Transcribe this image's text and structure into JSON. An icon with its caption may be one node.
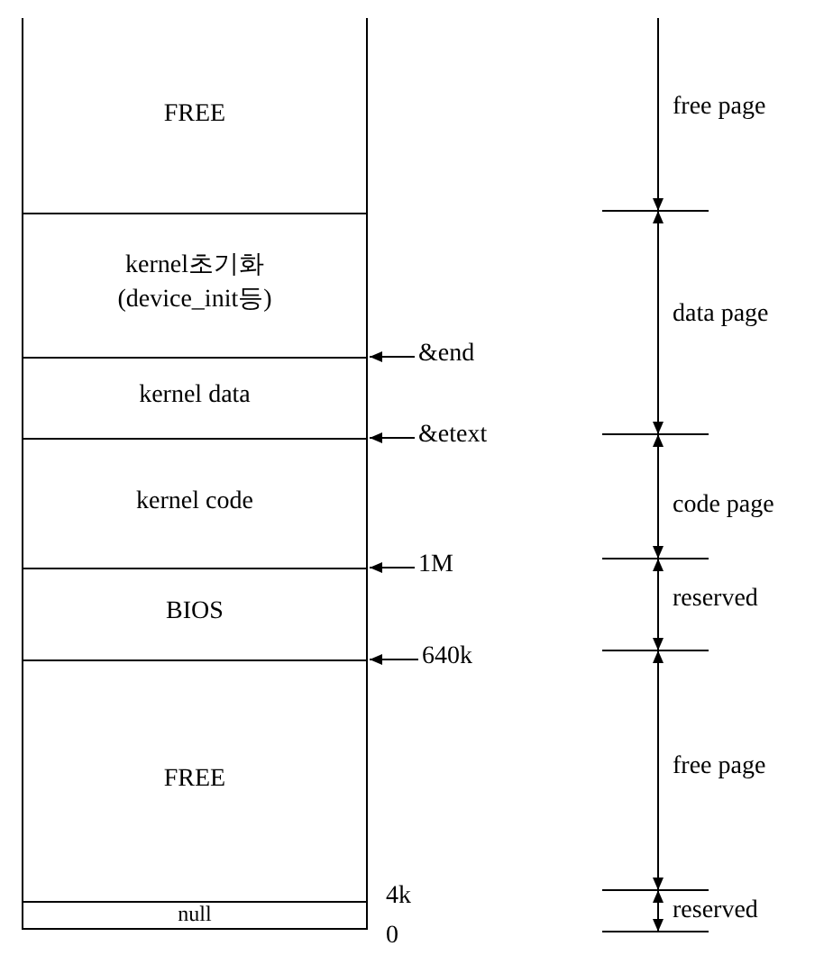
{
  "diagram": {
    "nodes": [
      {
        "text": [
          "FREE"
        ]
      },
      {
        "text": [
          "kernel초기화 (device_init등)"
        ]
      },
      {
        "text": [
          "kernel data"
        ]
      },
      {
        "text": [
          "kernel code"
        ]
      },
      {
        "text": [
          "BIOS"
        ]
      },
      {
        "text": [
          "FREE"
        ]
      },
      {
        "text": [
          "null"
        ]
      },
      {
        "text": [
          "&end"
        ]
      },
      {
        "text": [
          "&etext"
        ]
      },
      {
        "text": [
          "1M"
        ]
      },
      {
        "text": [
          "640k"
        ]
      }
    ],
    "edges": [
      {
        "from": 7,
        "to": 2,
        "arrow": "to"
      },
      {
        "from": 8,
        "to": 2,
        "arrow": "to"
      },
      {
        "from": 9,
        "to": 4,
        "arrow": "to"
      },
      {
        "from": 10,
        "to": 4,
        "arrow": "to"
      }
    ],
    "labels": [
      "free page",
      "data page",
      "code page",
      "reserved",
      "free page",
      "4k",
      "reserved",
      "0"
    ]
  }
}
